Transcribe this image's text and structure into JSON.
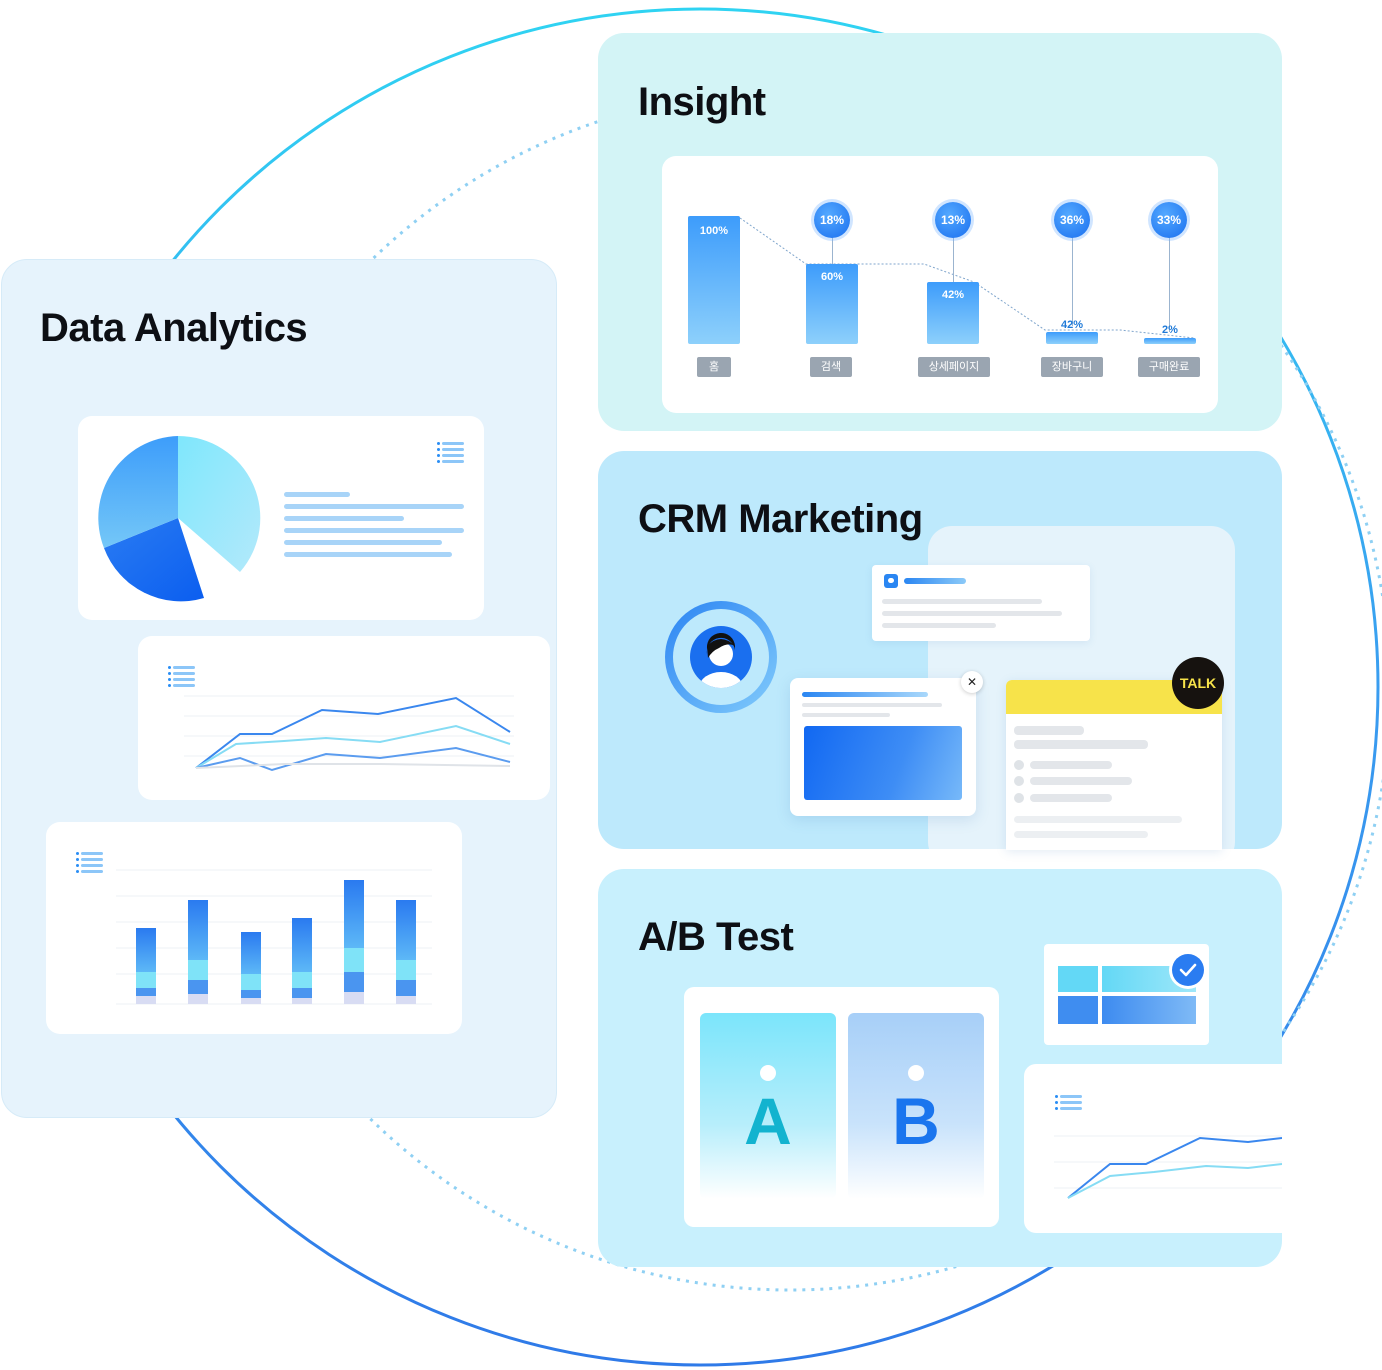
{
  "colors": {
    "accent": "#1a6fef",
    "ring": "#2fcbef",
    "panel_data": "#e6f3fc",
    "panel_insight": "#d3f4f6",
    "panel_crm": "#bde9fc",
    "panel_ab": "#c8f0fd",
    "talk_yellow": "#f7e34a"
  },
  "sections": {
    "data_analytics": {
      "title": "Data Analytics"
    },
    "insight": {
      "title": "Insight"
    },
    "crm": {
      "title": "CRM Marketing",
      "talk_badge": "TALK",
      "close_symbol": "✕"
    },
    "ab_test": {
      "title": "A/B Test",
      "variant_a": "A",
      "variant_b": "B"
    }
  },
  "funnel": {
    "steps": [
      {
        "label": "홈",
        "bar_pct": "100%",
        "badge": ""
      },
      {
        "label": "검색",
        "bar_pct": "60%",
        "badge": "18%"
      },
      {
        "label": "상세페이지",
        "bar_pct": "42%",
        "badge": "13%"
      },
      {
        "label": "장바구니",
        "bar_pct": "42%",
        "badge": "36%"
      },
      {
        "label": "구매완료",
        "bar_pct": "2%",
        "badge": "33%"
      }
    ]
  },
  "icons": {
    "list": "list-icon",
    "target": "target-icon",
    "user": "user-icon",
    "chat": "chat-icon",
    "close": "close-icon",
    "check": "check-icon"
  }
}
